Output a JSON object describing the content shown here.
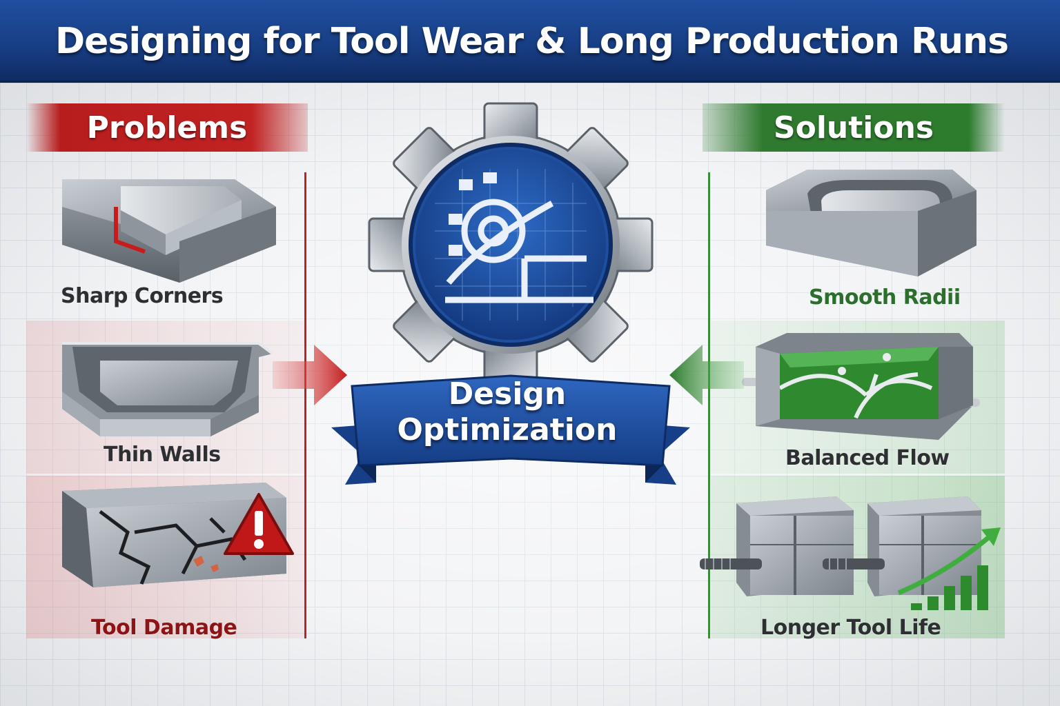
{
  "title": "Designing for Tool Wear & Long Production Runs",
  "problems": {
    "heading": "Problems",
    "items": [
      {
        "label": "Sharp Corners"
      },
      {
        "label": "Thin Walls"
      },
      {
        "label": "Tool Damage"
      }
    ]
  },
  "solutions": {
    "heading": "Solutions",
    "items": [
      {
        "label": "Smooth Radii"
      },
      {
        "label": "Balanced Flow"
      },
      {
        "label": "Longer Tool Life"
      }
    ]
  },
  "center": {
    "line1": "Design",
    "line2": "Optimization"
  },
  "colors": {
    "header_blue": "#1f4f9e",
    "problem_red": "#c12222",
    "solution_green": "#2f7a2f",
    "ribbon_blue": "#1e52a6"
  }
}
